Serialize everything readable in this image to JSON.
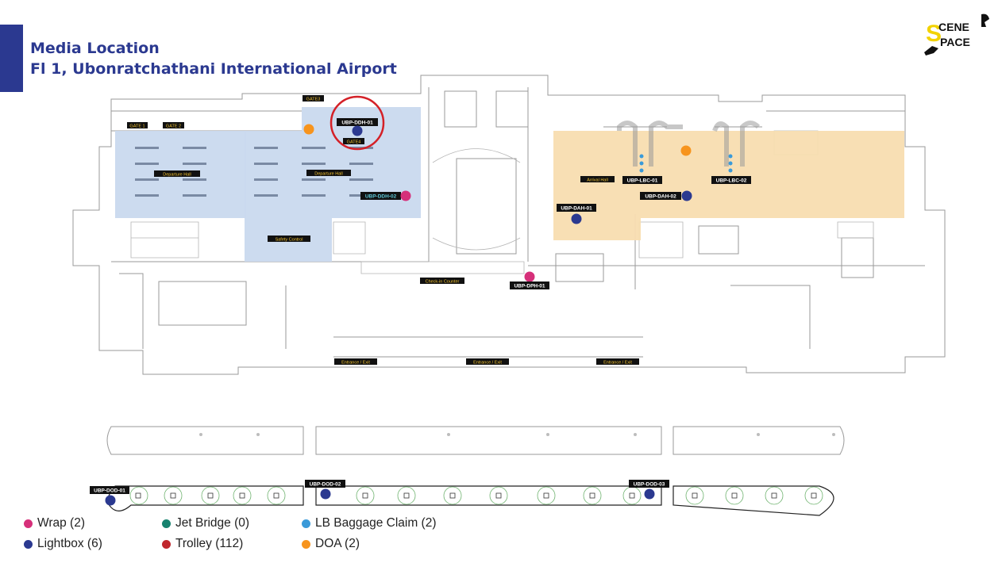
{
  "header": {
    "title": "Media Location",
    "subtitle": "Fl 1, Ubonratchathani International Airport",
    "accent_color": "#2b3990"
  },
  "logo": {
    "text_top": "CENE",
    "text_bottom": "PACE",
    "letter": "S",
    "icon": "pointing-hand-icon",
    "color": "#f2d200"
  },
  "zones": {
    "departure_hall_left": "Departure Hall",
    "departure_hall_right": "Departure Hall",
    "safety_control": "Safety Control",
    "arrival_hall": "Arrival Hall",
    "check_in_counter": "Check-in Counter",
    "gate1": "GATE 1",
    "gate2": "GATE 2",
    "gate3": "GATE3",
    "gate4": "GATE4",
    "entrance_exit_1": "Entrance / Exit",
    "entrance_exit_2": "Entrance / Exit",
    "entrance_exit_3": "Entrance / Exit"
  },
  "markers": {
    "ddh01": {
      "label": "UBP-DDH-01",
      "type": "Lightbox"
    },
    "ddh02": {
      "label": "UBP-DDH-02",
      "type": "Wrap"
    },
    "dph01": {
      "label": "UBP-DPH-01",
      "type": "Wrap"
    },
    "dah01": {
      "label": "UBP-DAH-01",
      "type": "Lightbox"
    },
    "dah02": {
      "label": "UBP-DAH-02",
      "type": "Lightbox"
    },
    "lbc01": {
      "label": "UBP-LBC-01",
      "type": "LB Baggage Claim"
    },
    "lbc02": {
      "label": "UBP-LBC-02",
      "type": "LB Baggage Claim"
    },
    "dod01": {
      "label": "UBP-DOD-01",
      "type": "Lightbox"
    },
    "dod02": {
      "label": "UBP-DOD-02",
      "type": "Lightbox"
    },
    "dod03": {
      "label": "UBP-DOD-03",
      "type": "Lightbox"
    }
  },
  "legend": [
    {
      "label": "Wrap (2)",
      "color": "#d6307a"
    },
    {
      "label": "Lightbox (6)",
      "color": "#2b3990"
    },
    {
      "label": "Jet Bridge (0)",
      "color": "#17826f"
    },
    {
      "label": "Trolley (112)",
      "color": "#c0272d"
    },
    {
      "label": "LB Baggage Claim (2)",
      "color": "#3a9ad9"
    },
    {
      "label": "DOA (2)",
      "color": "#f7941d"
    }
  ],
  "colors": {
    "departure_zone": "#c9d9ee",
    "arrival_zone": "#f8ddb0",
    "wrap": "#d6307a",
    "lightbox": "#2b3990",
    "lb_baggage": "#3a9ad9",
    "doa": "#f7941d",
    "highlight_ring": "#d42027"
  }
}
